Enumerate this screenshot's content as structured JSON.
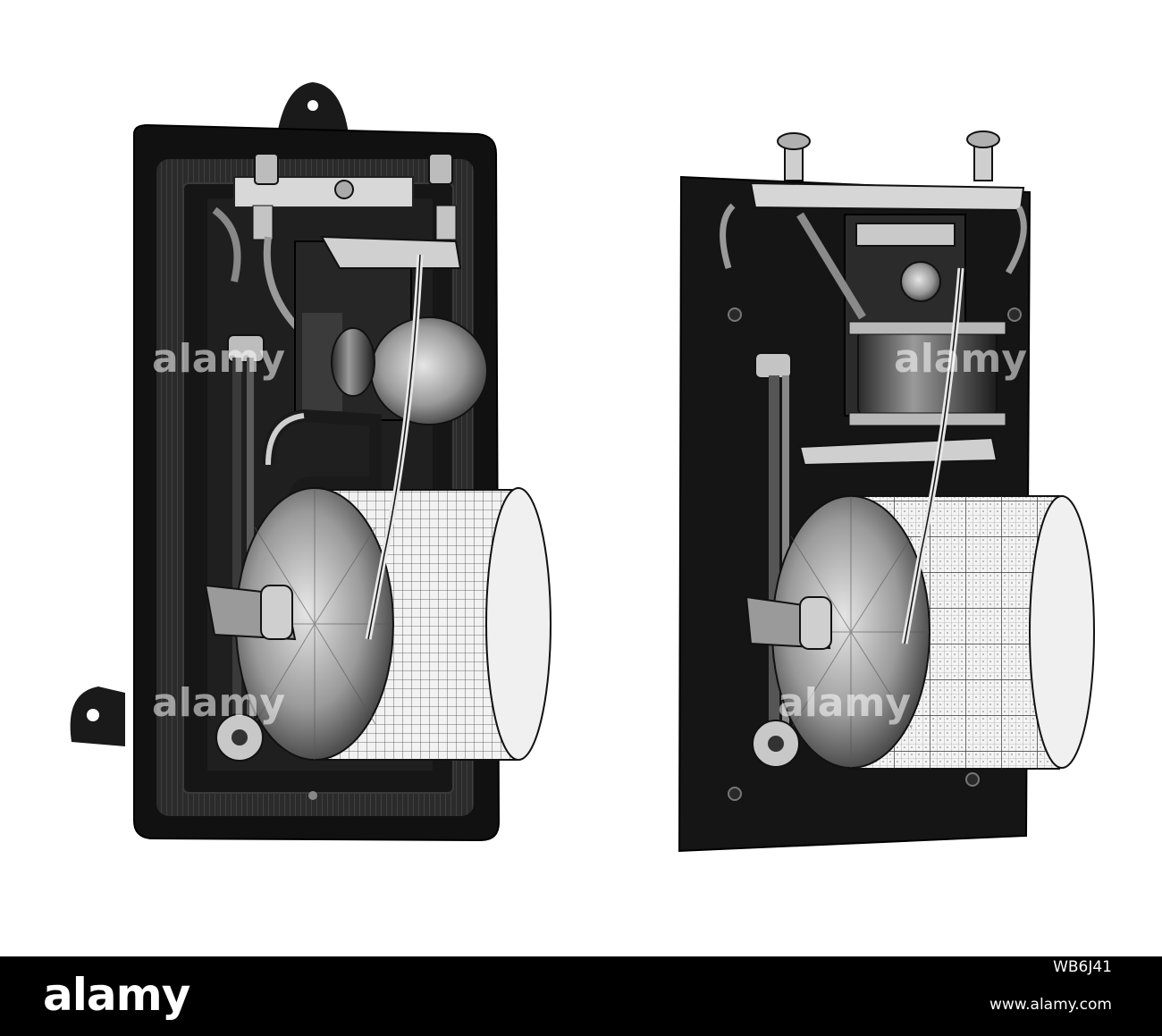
{
  "image": {
    "subject": "two wall-mounted recording instruments",
    "style": "black-and-white engraving"
  },
  "watermark": {
    "brand": "alamy",
    "image_id": "WB6J41",
    "url": "www.alamy.com"
  },
  "colors": {
    "background": "#ffffff",
    "footer": "#000000",
    "ink": "#141414",
    "paper": "#efefef"
  }
}
